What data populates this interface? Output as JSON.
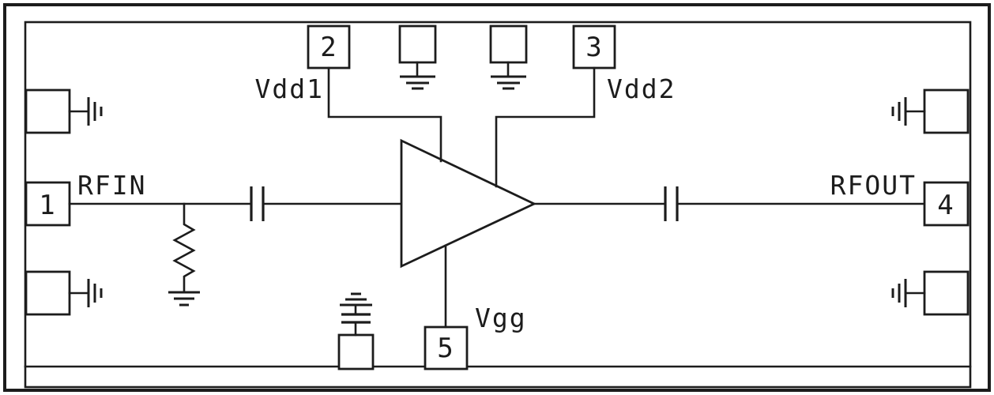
{
  "title": "RF amplifier functional schematic",
  "theme": {
    "line_color": "#1c1c1c",
    "bg_color": "#ffffff"
  },
  "pads": {
    "p1": "1",
    "p2": "2",
    "p3": "3",
    "p4": "4",
    "p5": "5"
  },
  "labels": {
    "rfin": "RFIN",
    "rfout": "RFOUT",
    "vdd1": "Vdd1",
    "vdd2": "Vdd2",
    "vgg": "Vgg"
  }
}
